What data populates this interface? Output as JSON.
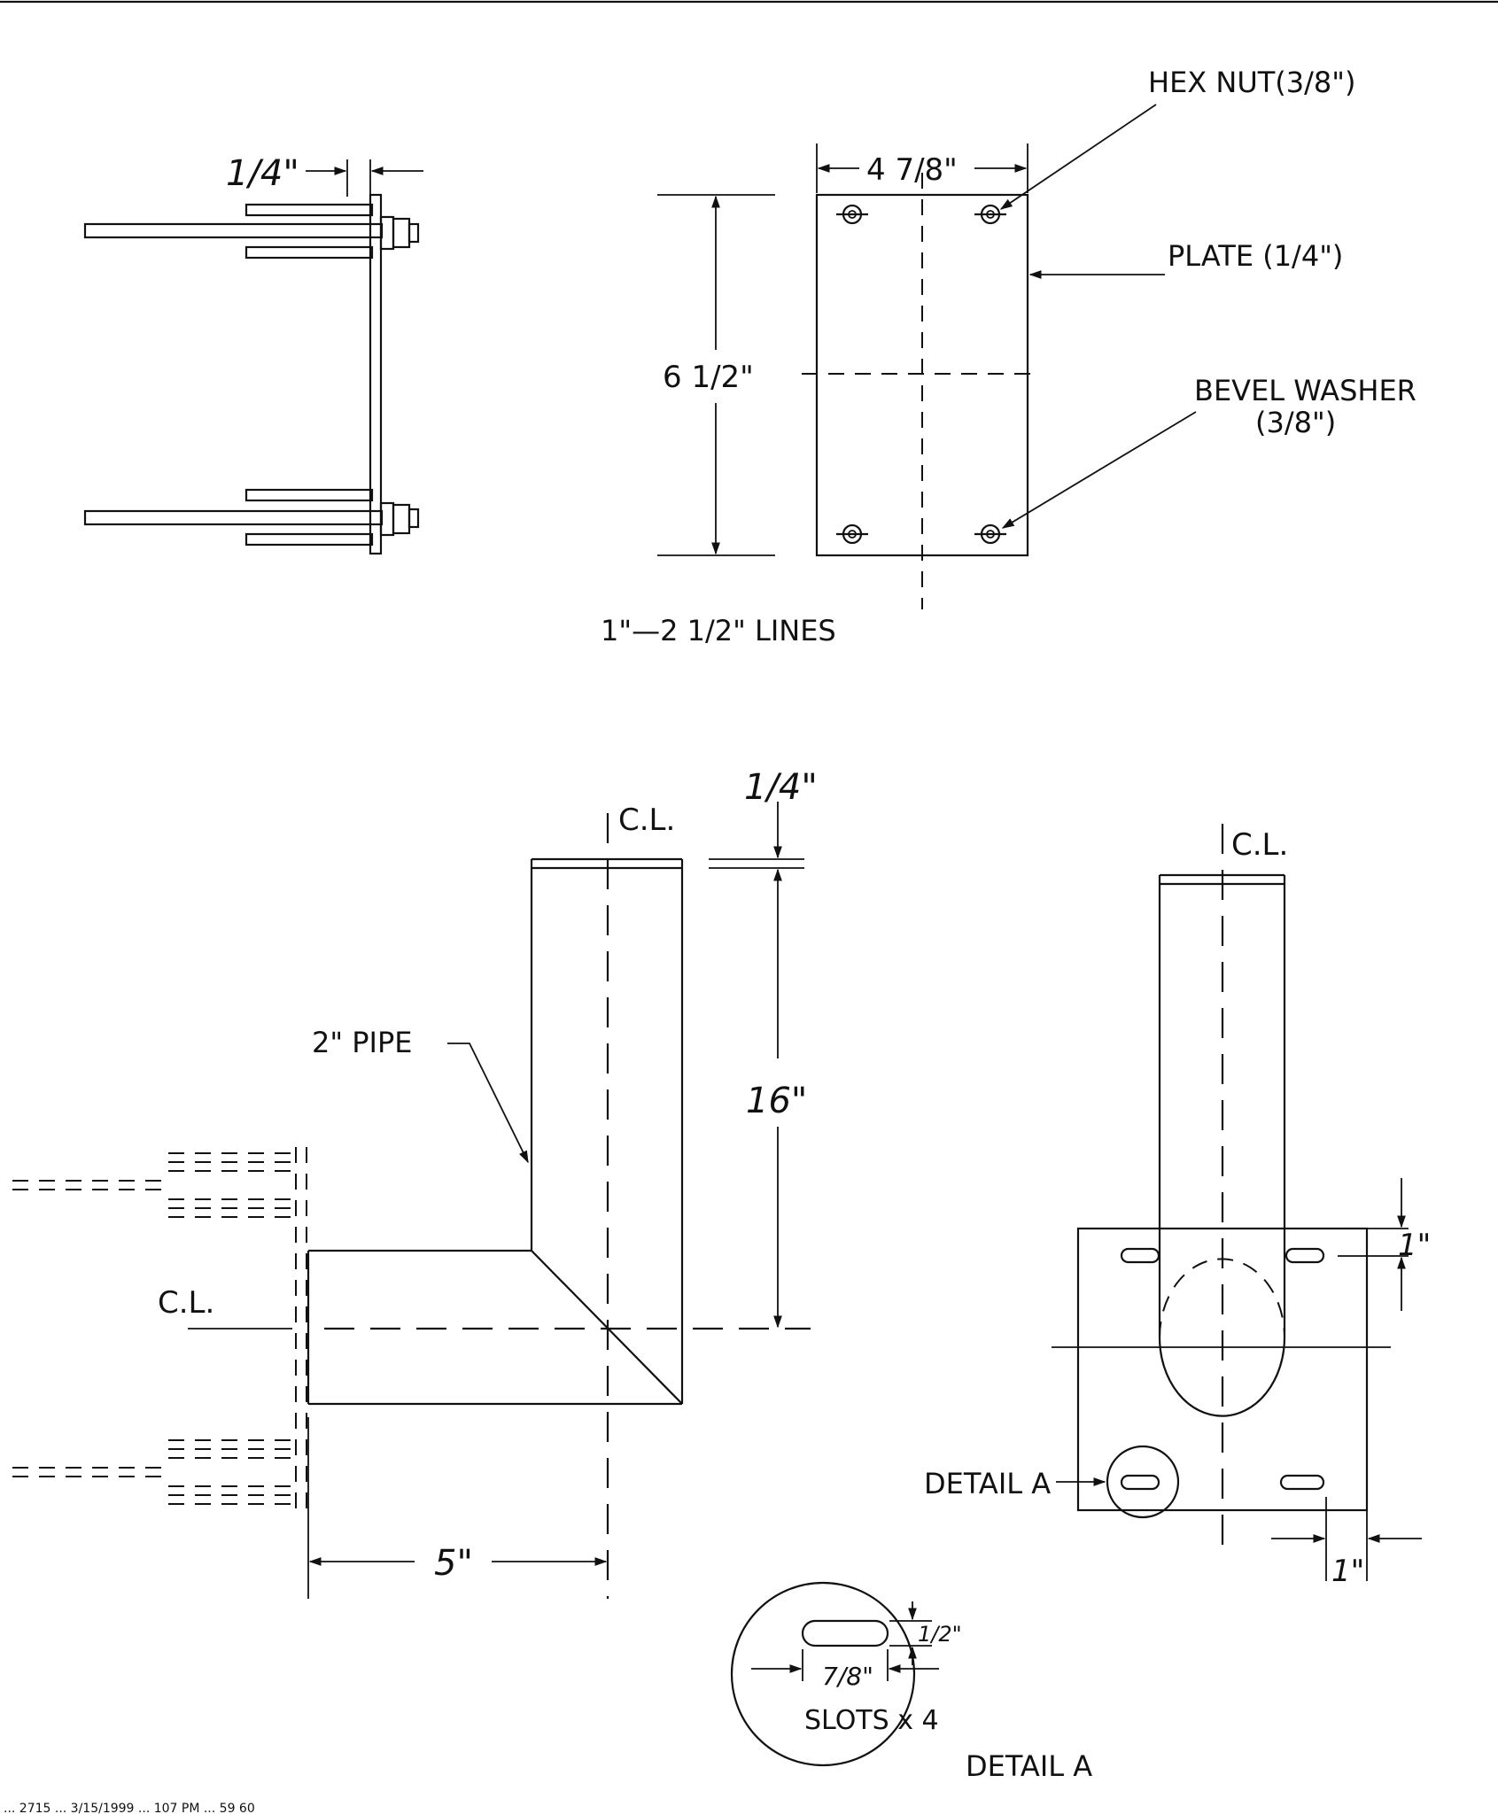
{
  "top_view": {
    "dim_plate_thickness": "1/4\"",
    "dim_width": "4 7/8\"",
    "dim_height": "6 1/2\"",
    "hex_nut": "HEX NUT(3/8\")",
    "plate": "PLATE (1/4\")",
    "bevel_washer_line1": "BEVEL WASHER",
    "bevel_washer_line2": "(3/8\")",
    "lines_note": "1\"—2 1/2\" LINES"
  },
  "side_view": {
    "centerline_top": "C.L.",
    "centerline_left": "C.L.",
    "dim_cap": "1/4\"",
    "dim_length": "16\"",
    "pipe": "2\" PIPE",
    "dim_offset": "5\""
  },
  "front_view": {
    "centerline": "C.L.",
    "dim_slot_top": "1\"",
    "dim_slot_side": "1\"",
    "detail_callout": "DETAIL A"
  },
  "detail_a": {
    "dim_slot_width": "1/2\"",
    "dim_slot_length": "7/8\"",
    "slots_note": "SLOTS x 4",
    "title": "DETAIL A"
  },
  "footer": {
    "stamp": "... 2715 ... 3/15/1999 ... 107 PM ... 59 60"
  }
}
